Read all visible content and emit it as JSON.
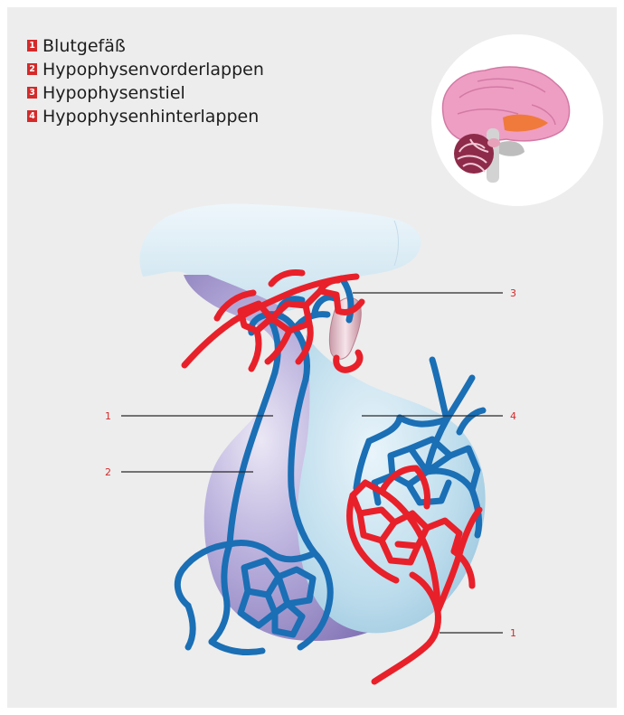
{
  "legend": {
    "items": [
      {
        "number": "1",
        "label": "Blutgefäß"
      },
      {
        "number": "2",
        "label": "Hypophysenvorderlappen"
      },
      {
        "number": "3",
        "label": "Hypophysenstiel"
      },
      {
        "number": "4",
        "label": "Hypophysenhinterlappen"
      }
    ]
  },
  "callouts": {
    "stalk": "3",
    "vessel_left": "1",
    "anterior_lobe": "2",
    "posterior_lobe": "4",
    "vessel_bottom": "1"
  },
  "colors": {
    "panel_background": "#ededed",
    "badge_red": "#d42a2a",
    "artery_red": "#e8202a",
    "vein_blue": "#1a6fb5",
    "anterior_lobe_purple": "#a99cc9",
    "posterior_lobe_blue": "#bcdcec",
    "hypothalamus_blue": "#dcedf6",
    "brain_pink": "#ef9ec3"
  },
  "icons": {
    "brain_inset": "brain-sagittal-icon"
  }
}
